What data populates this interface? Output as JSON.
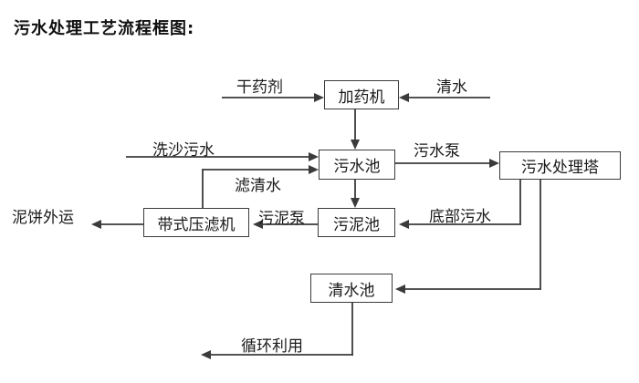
{
  "title": "污水处理工艺流程框图:",
  "colors": {
    "line": "#3b3b3b",
    "text": "#1a1a1a",
    "background": "#ffffff"
  },
  "nodes": [
    {
      "id": "dosing-machine",
      "label": "加药机"
    },
    {
      "id": "sewage-pool",
      "label": "污水池"
    },
    {
      "id": "sewage-treatment-tower",
      "label": "污水处理塔"
    },
    {
      "id": "belt-filter-press",
      "label": "带式压滤机"
    },
    {
      "id": "sludge-pool",
      "label": "污泥池"
    },
    {
      "id": "clear-water-pool",
      "label": "清水池"
    }
  ],
  "edges": [
    {
      "id": "dry-agent-input",
      "label": "干药剂",
      "from": "external",
      "to": "dosing-machine"
    },
    {
      "id": "clean-water-input",
      "label": "清水",
      "from": "external",
      "to": "dosing-machine"
    },
    {
      "id": "dosing-to-sewage-pool",
      "label": "",
      "from": "dosing-machine",
      "to": "sewage-pool"
    },
    {
      "id": "sand-washing-sewage-input",
      "label": "洗沙污水",
      "from": "external",
      "to": "sewage-pool"
    },
    {
      "id": "filtered-water-return",
      "label": "滤清水",
      "from": "belt-filter-press",
      "to": "sewage-pool"
    },
    {
      "id": "sewage-pump",
      "label": "污水泵",
      "from": "sewage-pool",
      "to": "sewage-treatment-tower"
    },
    {
      "id": "sewage-pool-to-sludge-pool",
      "label": "",
      "from": "sewage-pool",
      "to": "sludge-pool"
    },
    {
      "id": "bottom-sewage",
      "label": "底部污水",
      "from": "sewage-treatment-tower",
      "to": "sludge-pool"
    },
    {
      "id": "sludge-pump",
      "label": "污泥泵",
      "from": "sludge-pool",
      "to": "belt-filter-press"
    },
    {
      "id": "mud-cake-out",
      "label": "泥饼外运",
      "from": "belt-filter-press",
      "to": "external"
    },
    {
      "id": "tower-to-clear-water-pool",
      "label": "",
      "from": "sewage-treatment-tower",
      "to": "clear-water-pool"
    },
    {
      "id": "recycle-output",
      "label": "循环利用",
      "from": "clear-water-pool",
      "to": "external"
    }
  ]
}
